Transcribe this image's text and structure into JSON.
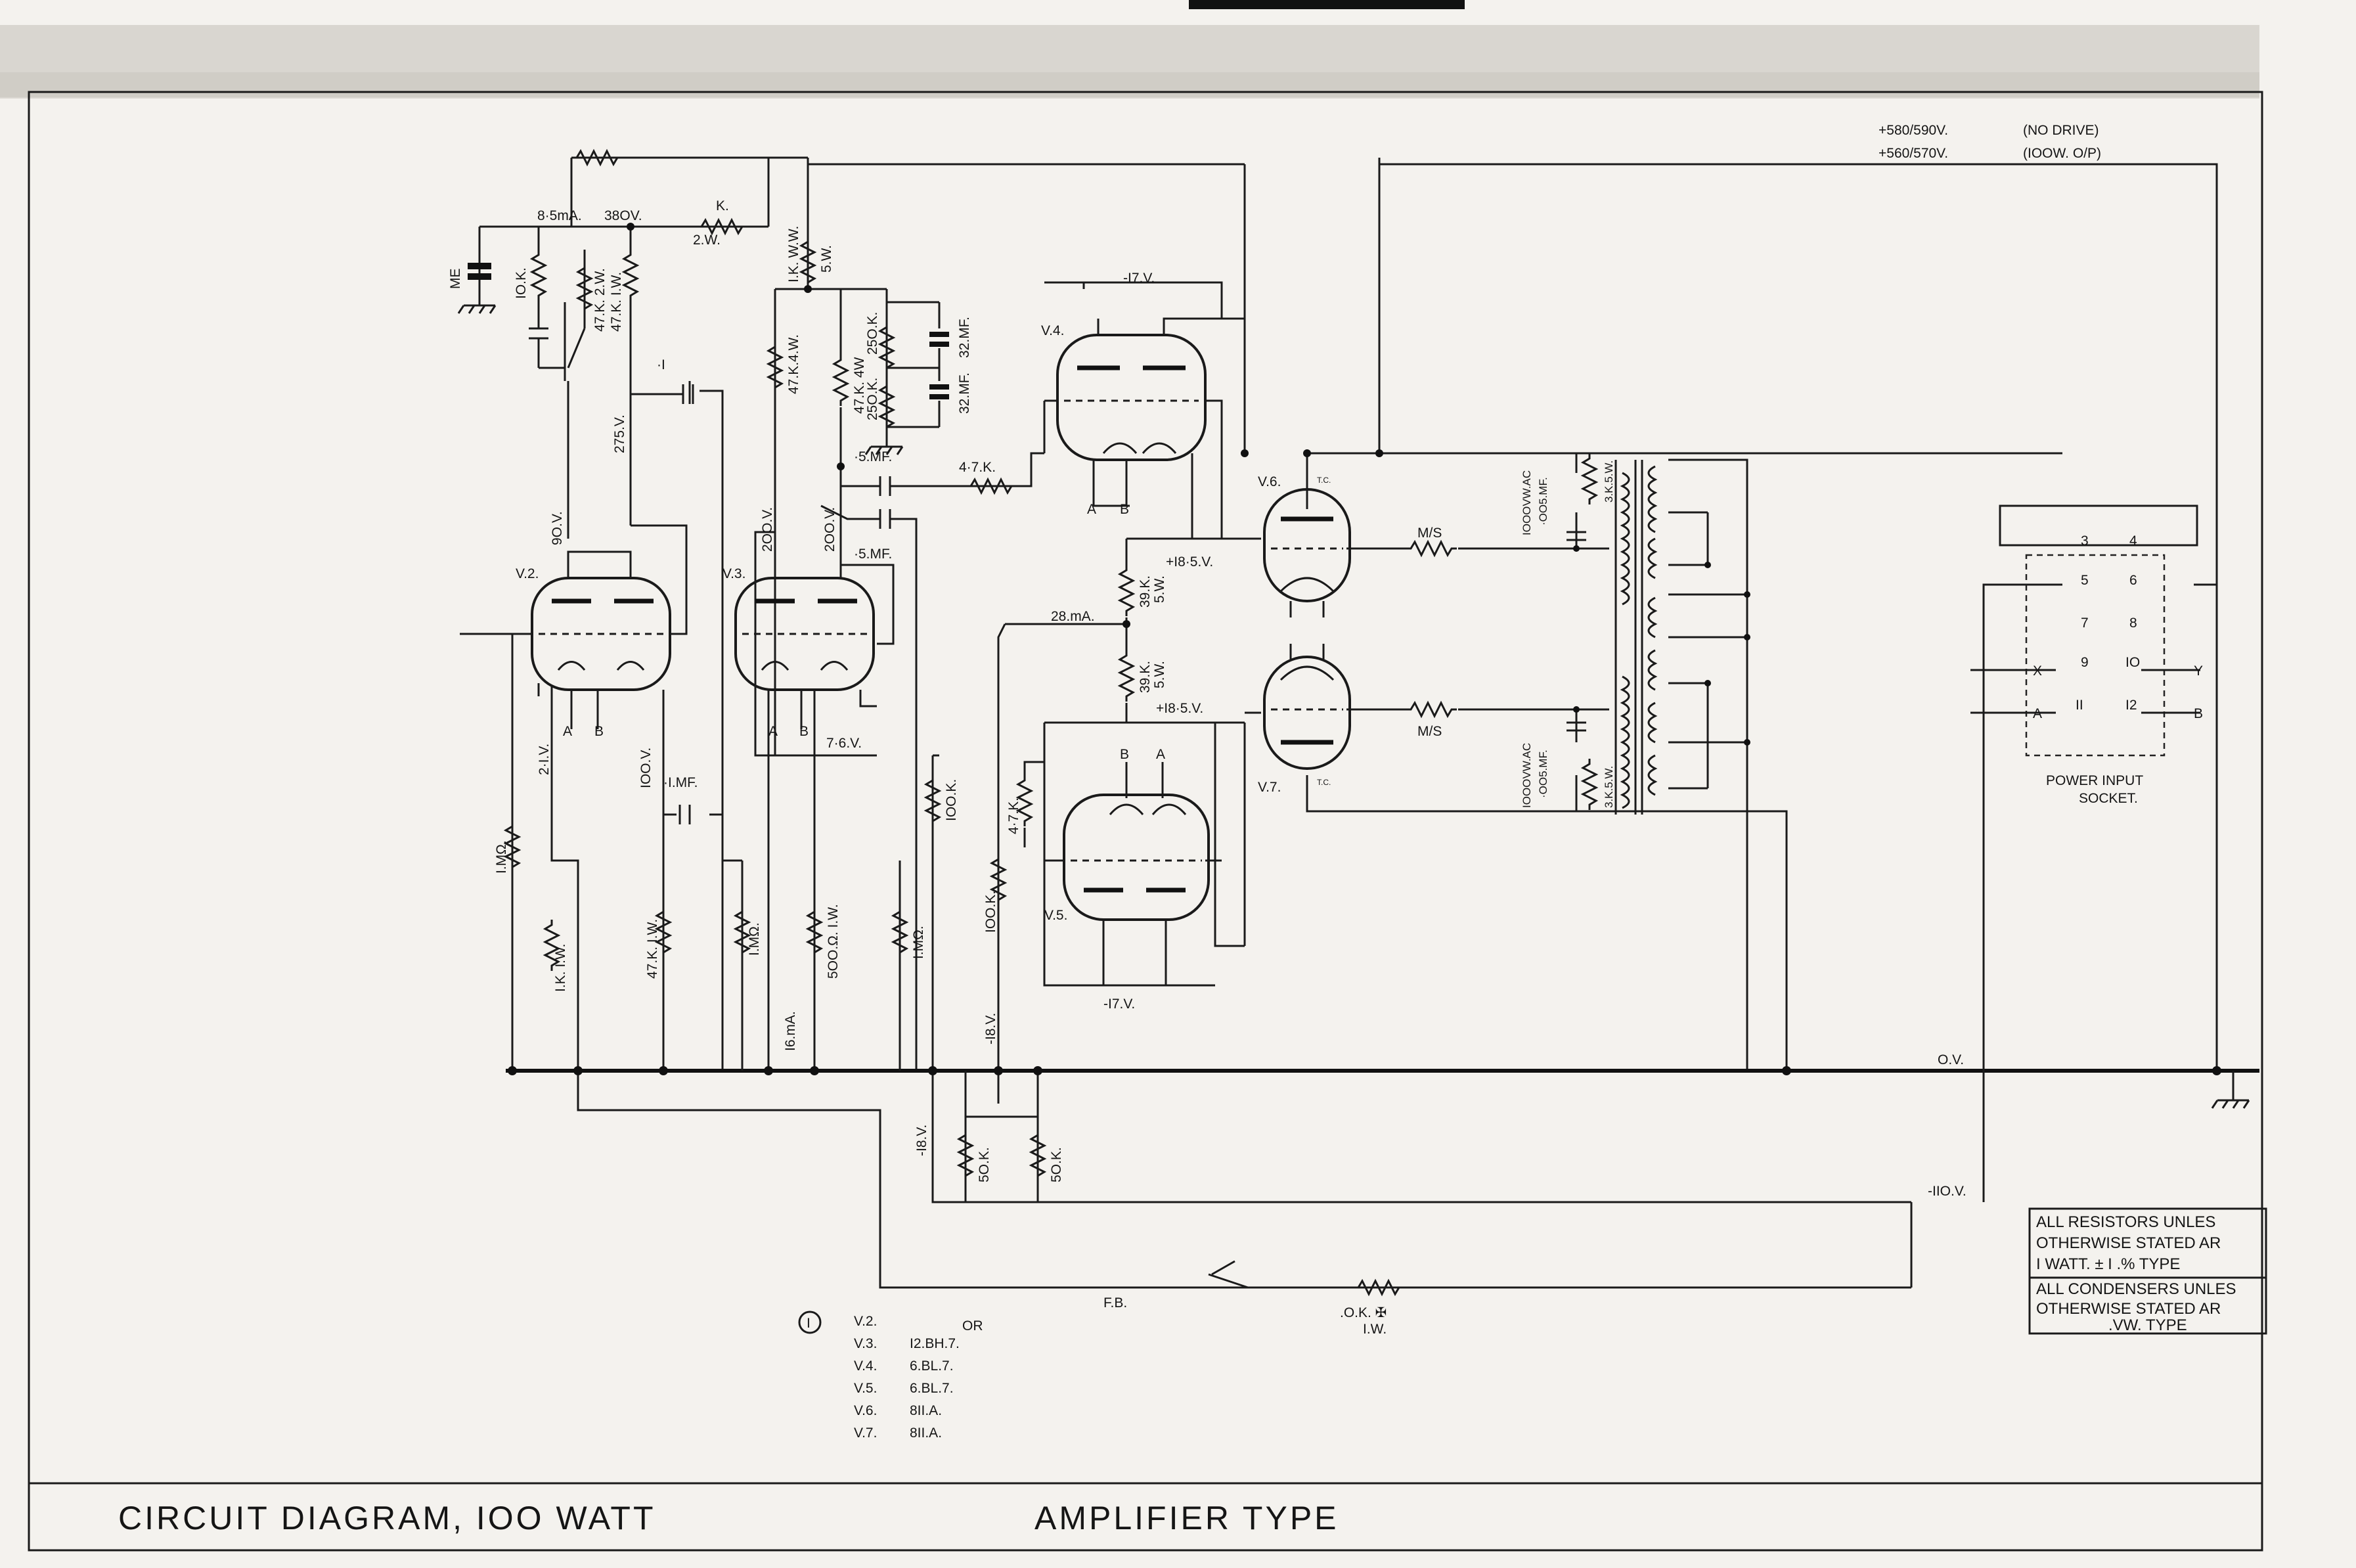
{
  "title": {
    "left": "CIRCUIT   DIAGRAM,   IOO WATT",
    "right": "AMPLIFIER  TYPE"
  },
  "supply": {
    "no_drive": "+580/590V.",
    "no_drive_tag": "(NO DRIVE)",
    "full_output": "+560/570V.",
    "full_output_tag": "(IOOW. O/P)"
  },
  "tubes": {
    "v2": "V.2.",
    "v3": "V.3.",
    "v4": "V.4.",
    "v5": "V.5.",
    "v6": "V.6.",
    "v7": "V.7."
  },
  "labels": {
    "current_top": "8·5mA.",
    "volt_380": "38OV.",
    "k_2w": "K.",
    "k_2w_b": "2.W.",
    "me": "ME",
    "r_10k": "IO.K.",
    "r_47k_2w": "47.K. 2.W.",
    "r_47k_1w_top": "47.K. I.W.",
    "cap_1": "·I",
    "volt_275": "275.V.",
    "volt_90": "9O.V.",
    "r_1k_ww": "I.K. W.W.",
    "r_1k_5w": "5.W.",
    "r_47k_4w_a": "47.K.4.W.",
    "r_47k_4w_b": "47.K. 4W",
    "r_250k_a": "25O.K.",
    "r_250k_b": "25O.K.",
    "c_32mf_a": "32.MF.",
    "c_32mf_b": "32.MF.",
    "volt_200_a": "2OO.V.",
    "volt_200_b": "2OO.V.",
    "c_5mf_a": "·5.MF.",
    "c_5mf_b": "·5.MF.",
    "r_4_7k_a": "4·7.K.",
    "neg_17_top": "-I7.V.",
    "neg_17_bot": "-I7.V.",
    "r_39k_a": "39.K.",
    "r_39k_a_w": "5.W.",
    "r_39k_b": "39.K.",
    "r_39k_b_w": "5.W.",
    "pos_18_a": "+I8·5.V.",
    "pos_18_b": "+I8·5.V.",
    "current_28": "28.mA.",
    "r_4_7k_b": "4·7.K.",
    "r_100k_a": "IOO.K.",
    "r_100k_b": "IOO.K.",
    "neg_18_a": "-I8.V.",
    "neg_18_b": "-I8.V.",
    "volt_2_1": "2·I.V.",
    "volt_100": "IOO.V.",
    "cap_1mf": "·I.MF.",
    "volt_7_6": "7·6.V.",
    "r_1mohm_a": "I.MΩ.",
    "r_1k_1w": "I.K. I.W.",
    "r_47k_1w": "47.K. I.W.",
    "r_1mohm_b": "I.MΩ.",
    "r_500": "5OO.Ω. I.W.",
    "current_16": "I6.mA.",
    "r_1mohm_c": "I.MΩ.",
    "r_50k_a": "5O.K.",
    "r_50k_b": "5O.K.",
    "ms_a": "M/S",
    "ms_b": "M/S",
    "c_top": "IOOOVW.AC",
    "c_top_val": "·OO5.MF.",
    "r_3k_top": "3.K.5.W.",
    "c_bot": "IOOOVW.AC",
    "c_bot_val": "·OO5.MF.",
    "r_3k_bot": "3.K.5.W.",
    "zero_v": "O.V.",
    "neg_110": "-IIO.V.",
    "fb": "F.B.",
    "r_fb": ".O.K. ✠",
    "r_fb_w": "I.W.",
    "pin_a": "A",
    "pin_b": "B",
    "tc": "T.C.",
    "x": "X",
    "y": "Y",
    "sock_a": "A",
    "sock_b": "B",
    "socket_title": "POWER   INPUT",
    "socket_sub": "SOCKET."
  },
  "socket_pins": [
    "3",
    "4",
    "5",
    "6",
    "7",
    "8",
    "9",
    "IO",
    "II",
    "I2"
  ],
  "valve_table": {
    "marker": "I",
    "header": "OR",
    "rows": [
      {
        "valve": "V.2.",
        "type": ""
      },
      {
        "valve": "V.3.",
        "type": "I2.BH.7."
      },
      {
        "valve": "V.4.",
        "type": "6.BL.7."
      },
      {
        "valve": "V.5.",
        "type": "6.BL.7."
      },
      {
        "valve": "V.6.",
        "type": "8II.A."
      },
      {
        "valve": "V.7.",
        "type": "8II.A."
      }
    ]
  },
  "notes": {
    "resistors": [
      "ALL  RESISTORS  UNLES",
      "OTHERWISE  STATED  AR",
      "I   WATT.  ±  I .%  TYPE"
    ],
    "condensers": [
      "ALL CONDENSERS UNLES",
      "OTHERWISE STATED AR",
      ".VW.  TYPE"
    ]
  }
}
